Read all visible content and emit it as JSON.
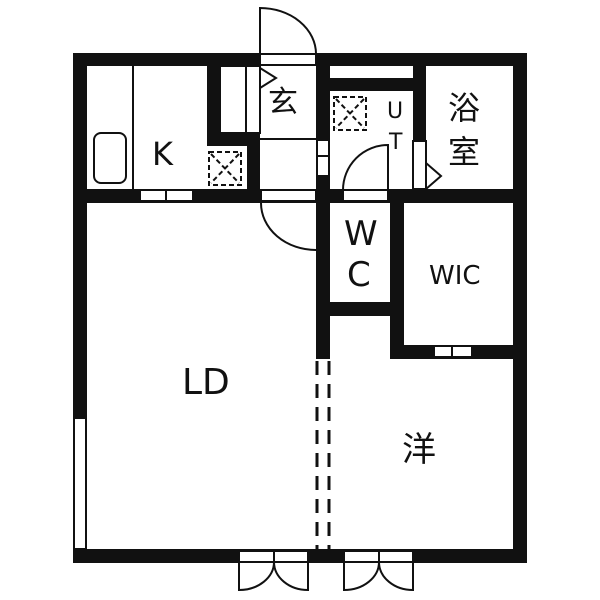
{
  "floor_plan": {
    "colors": {
      "wall": "#111111",
      "background": "#ffffff"
    },
    "rooms": {
      "kitchen": {
        "label": "K"
      },
      "entrance": {
        "label": "玄"
      },
      "utility": {
        "label": "UT"
      },
      "utility_line1": "U",
      "utility_line2": "T",
      "bath": {
        "label": "浴室"
      },
      "bath_line1": "浴",
      "bath_line2": "室",
      "toilet": {
        "label": "WC"
      },
      "toilet_line1": "W",
      "toilet_line2": "C",
      "closet": {
        "label": "WIC"
      },
      "living_dining": {
        "label": "LD"
      },
      "western_room": {
        "label": "洋"
      }
    }
  }
}
